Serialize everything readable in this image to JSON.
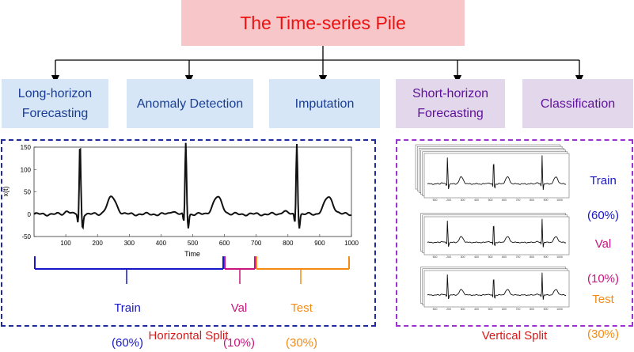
{
  "title": "The Time-series Pile",
  "tasks": [
    {
      "label": "Long-horizon\nForecasting"
    },
    {
      "label": "Anomaly Detection"
    },
    {
      "label": "Imputation"
    },
    {
      "label": "Short-horizon\nForecasting"
    },
    {
      "label": "Classification"
    }
  ],
  "horizontal": {
    "caption": "Horizontal Split",
    "splits": [
      {
        "name": "Train",
        "pct": "(60%)",
        "color": "#1717c8"
      },
      {
        "name": "Val",
        "pct": "(10%)",
        "color": "#c8157e"
      },
      {
        "name": "Test",
        "pct": "(30%)",
        "color": "#f58b14"
      }
    ],
    "plot": {
      "ylabel": "x(t)",
      "xlabel": "Time",
      "yticks": [
        "150",
        "100",
        "50",
        "0",
        "-50"
      ],
      "xticks": [
        "100",
        "200",
        "300",
        "400",
        "500",
        "600",
        "700",
        "800",
        "900",
        "1000"
      ]
    }
  },
  "vertical": {
    "caption": "Vertical Split",
    "splits": [
      {
        "name": "Train",
        "pct": "(60%)",
        "color": "#1717c8"
      },
      {
        "name": "Val",
        "pct": "(10%)",
        "color": "#c8157e"
      },
      {
        "name": "Test",
        "pct": "(30%)",
        "color": "#f58b14"
      }
    ]
  },
  "colors": {
    "title_bg": "#f6c6c8",
    "title_text": "#ee1111",
    "task_blue_bg": "#d6e6f6",
    "task_purple_bg": "#e3d7eb"
  }
}
